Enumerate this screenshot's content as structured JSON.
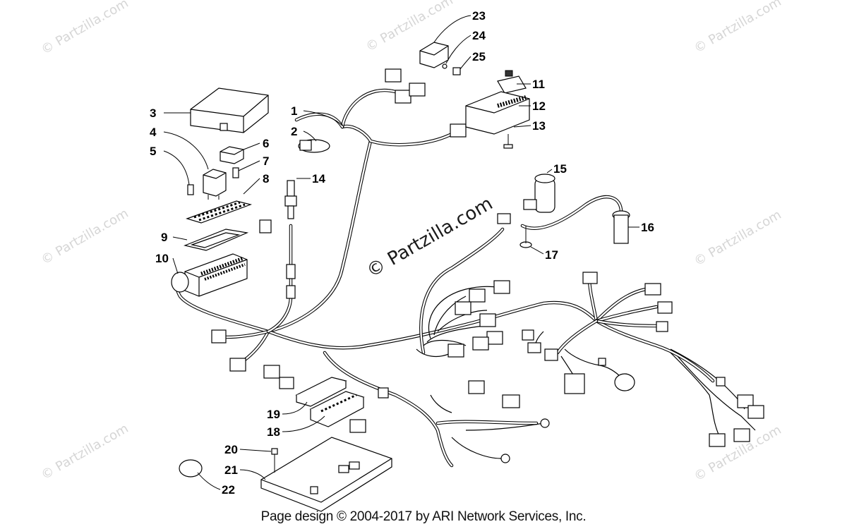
{
  "watermark": {
    "small": "© Partzilla.com",
    "center": "© Partzilla.com"
  },
  "footer": "Page design © 2004-2017 by ARI Network Services, Inc.",
  "callouts": [
    "1",
    "2",
    "3",
    "4",
    "5",
    "6",
    "7",
    "8",
    "9",
    "10",
    "11",
    "12",
    "13",
    "14",
    "15",
    "16",
    "17",
    "18",
    "19",
    "20",
    "21",
    "22",
    "23",
    "24",
    "25"
  ]
}
